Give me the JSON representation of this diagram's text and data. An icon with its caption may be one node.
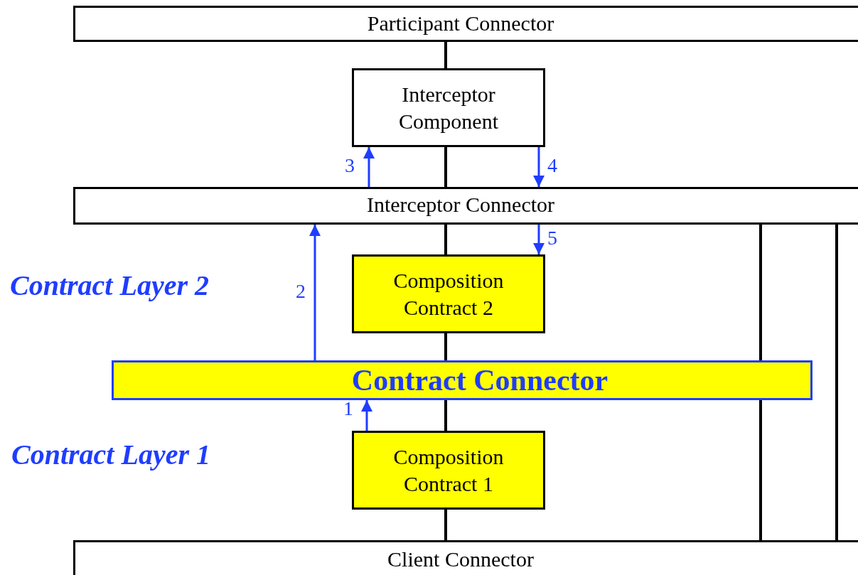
{
  "diagram": {
    "nodes": [
      {
        "text": [
          "Participant Connector"
        ]
      },
      {
        "text": [
          "Interceptor Component"
        ]
      },
      {
        "text": [
          "Interceptor Connector"
        ]
      },
      {
        "text": [
          "Composition Contract 2"
        ]
      },
      {
        "text": [
          "Contract Connector"
        ]
      },
      {
        "text": [
          "Composition Contract 1"
        ]
      },
      {
        "text": [
          "Client Connector"
        ]
      }
    ],
    "edges": [
      {
        "from": 0,
        "to": 1,
        "arrow": "none"
      },
      {
        "from": 1,
        "to": 2,
        "arrow": "none"
      },
      {
        "from": 2,
        "to": 3,
        "arrow": "none"
      },
      {
        "from": 3,
        "to": 4,
        "arrow": "none"
      },
      {
        "from": 4,
        "to": 5,
        "arrow": "none"
      },
      {
        "from": 5,
        "to": 6,
        "arrow": "none"
      },
      {
        "from": 2,
        "to": 4,
        "arrow": "none"
      },
      {
        "from": 4,
        "to": 6,
        "arrow": "none"
      },
      {
        "from": 2,
        "to": 6,
        "arrow": "none"
      },
      {
        "from": 5,
        "to": 4,
        "arrow": "to",
        "label": "1",
        "color": "#1f3dff"
      },
      {
        "from": 4,
        "to": 2,
        "arrow": "to",
        "label": "2",
        "color": "#1f3dff"
      },
      {
        "from": 2,
        "to": 1,
        "arrow": "to",
        "label": "3",
        "color": "#1f3dff"
      },
      {
        "from": 1,
        "to": 2,
        "arrow": "to",
        "label": "4",
        "color": "#1f3dff"
      },
      {
        "from": 2,
        "to": 3,
        "arrow": "to",
        "label": "5",
        "color": "#1f3dff"
      }
    ],
    "labels": [
      "Contract Layer 2",
      "Contract Layer 1"
    ]
  }
}
